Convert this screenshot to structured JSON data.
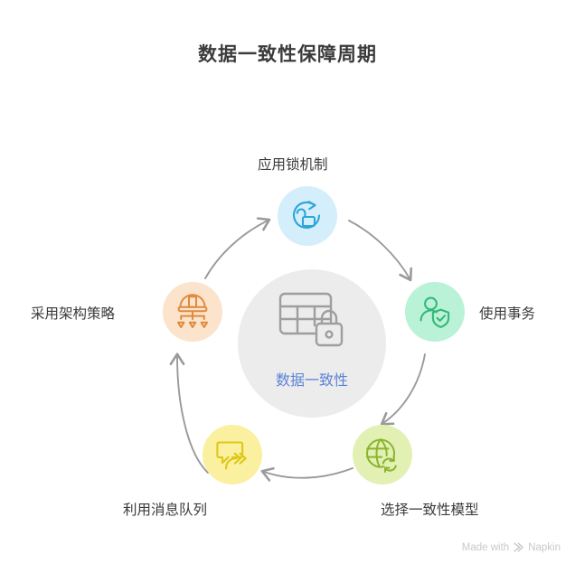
{
  "title": "数据一致性保障周期",
  "center": {
    "label": "数据一致性",
    "icon": "table-lock-icon",
    "bg_color": "#ececec",
    "label_color": "#5c82d6",
    "icon_color": "#9e9e9e"
  },
  "nodes": [
    {
      "label": "应用锁机制",
      "icon": "unlock-refresh-icon",
      "bg_color": "#d4eefb",
      "icon_color": "#2ba6d9"
    },
    {
      "label": "使用事务",
      "icon": "user-shield-check-icon",
      "bg_color": "#b9f2d7",
      "icon_color": "#35b87a"
    },
    {
      "label": "选择一致性模型",
      "icon": "globe-sync-icon",
      "bg_color": "#e2f0b4",
      "icon_color": "#8ab52e"
    },
    {
      "label": "利用消息队列",
      "icon": "message-forward-icon",
      "bg_color": "#fbf0a0",
      "icon_color": "#ddc718"
    },
    {
      "label": "采用架构策略",
      "icon": "hardhat-hierarchy-icon",
      "bg_color": "#fbe3cc",
      "icon_color": "#e08a3c"
    }
  ],
  "arrows": {
    "color": "#9a9a9a",
    "direction": "clockwise",
    "count": 5
  },
  "watermark": {
    "prefix": "Made with",
    "brand": "Napkin",
    "icon": "napkin-logo-icon",
    "color": "#c9c9c9"
  },
  "background_color": "#ffffff"
}
